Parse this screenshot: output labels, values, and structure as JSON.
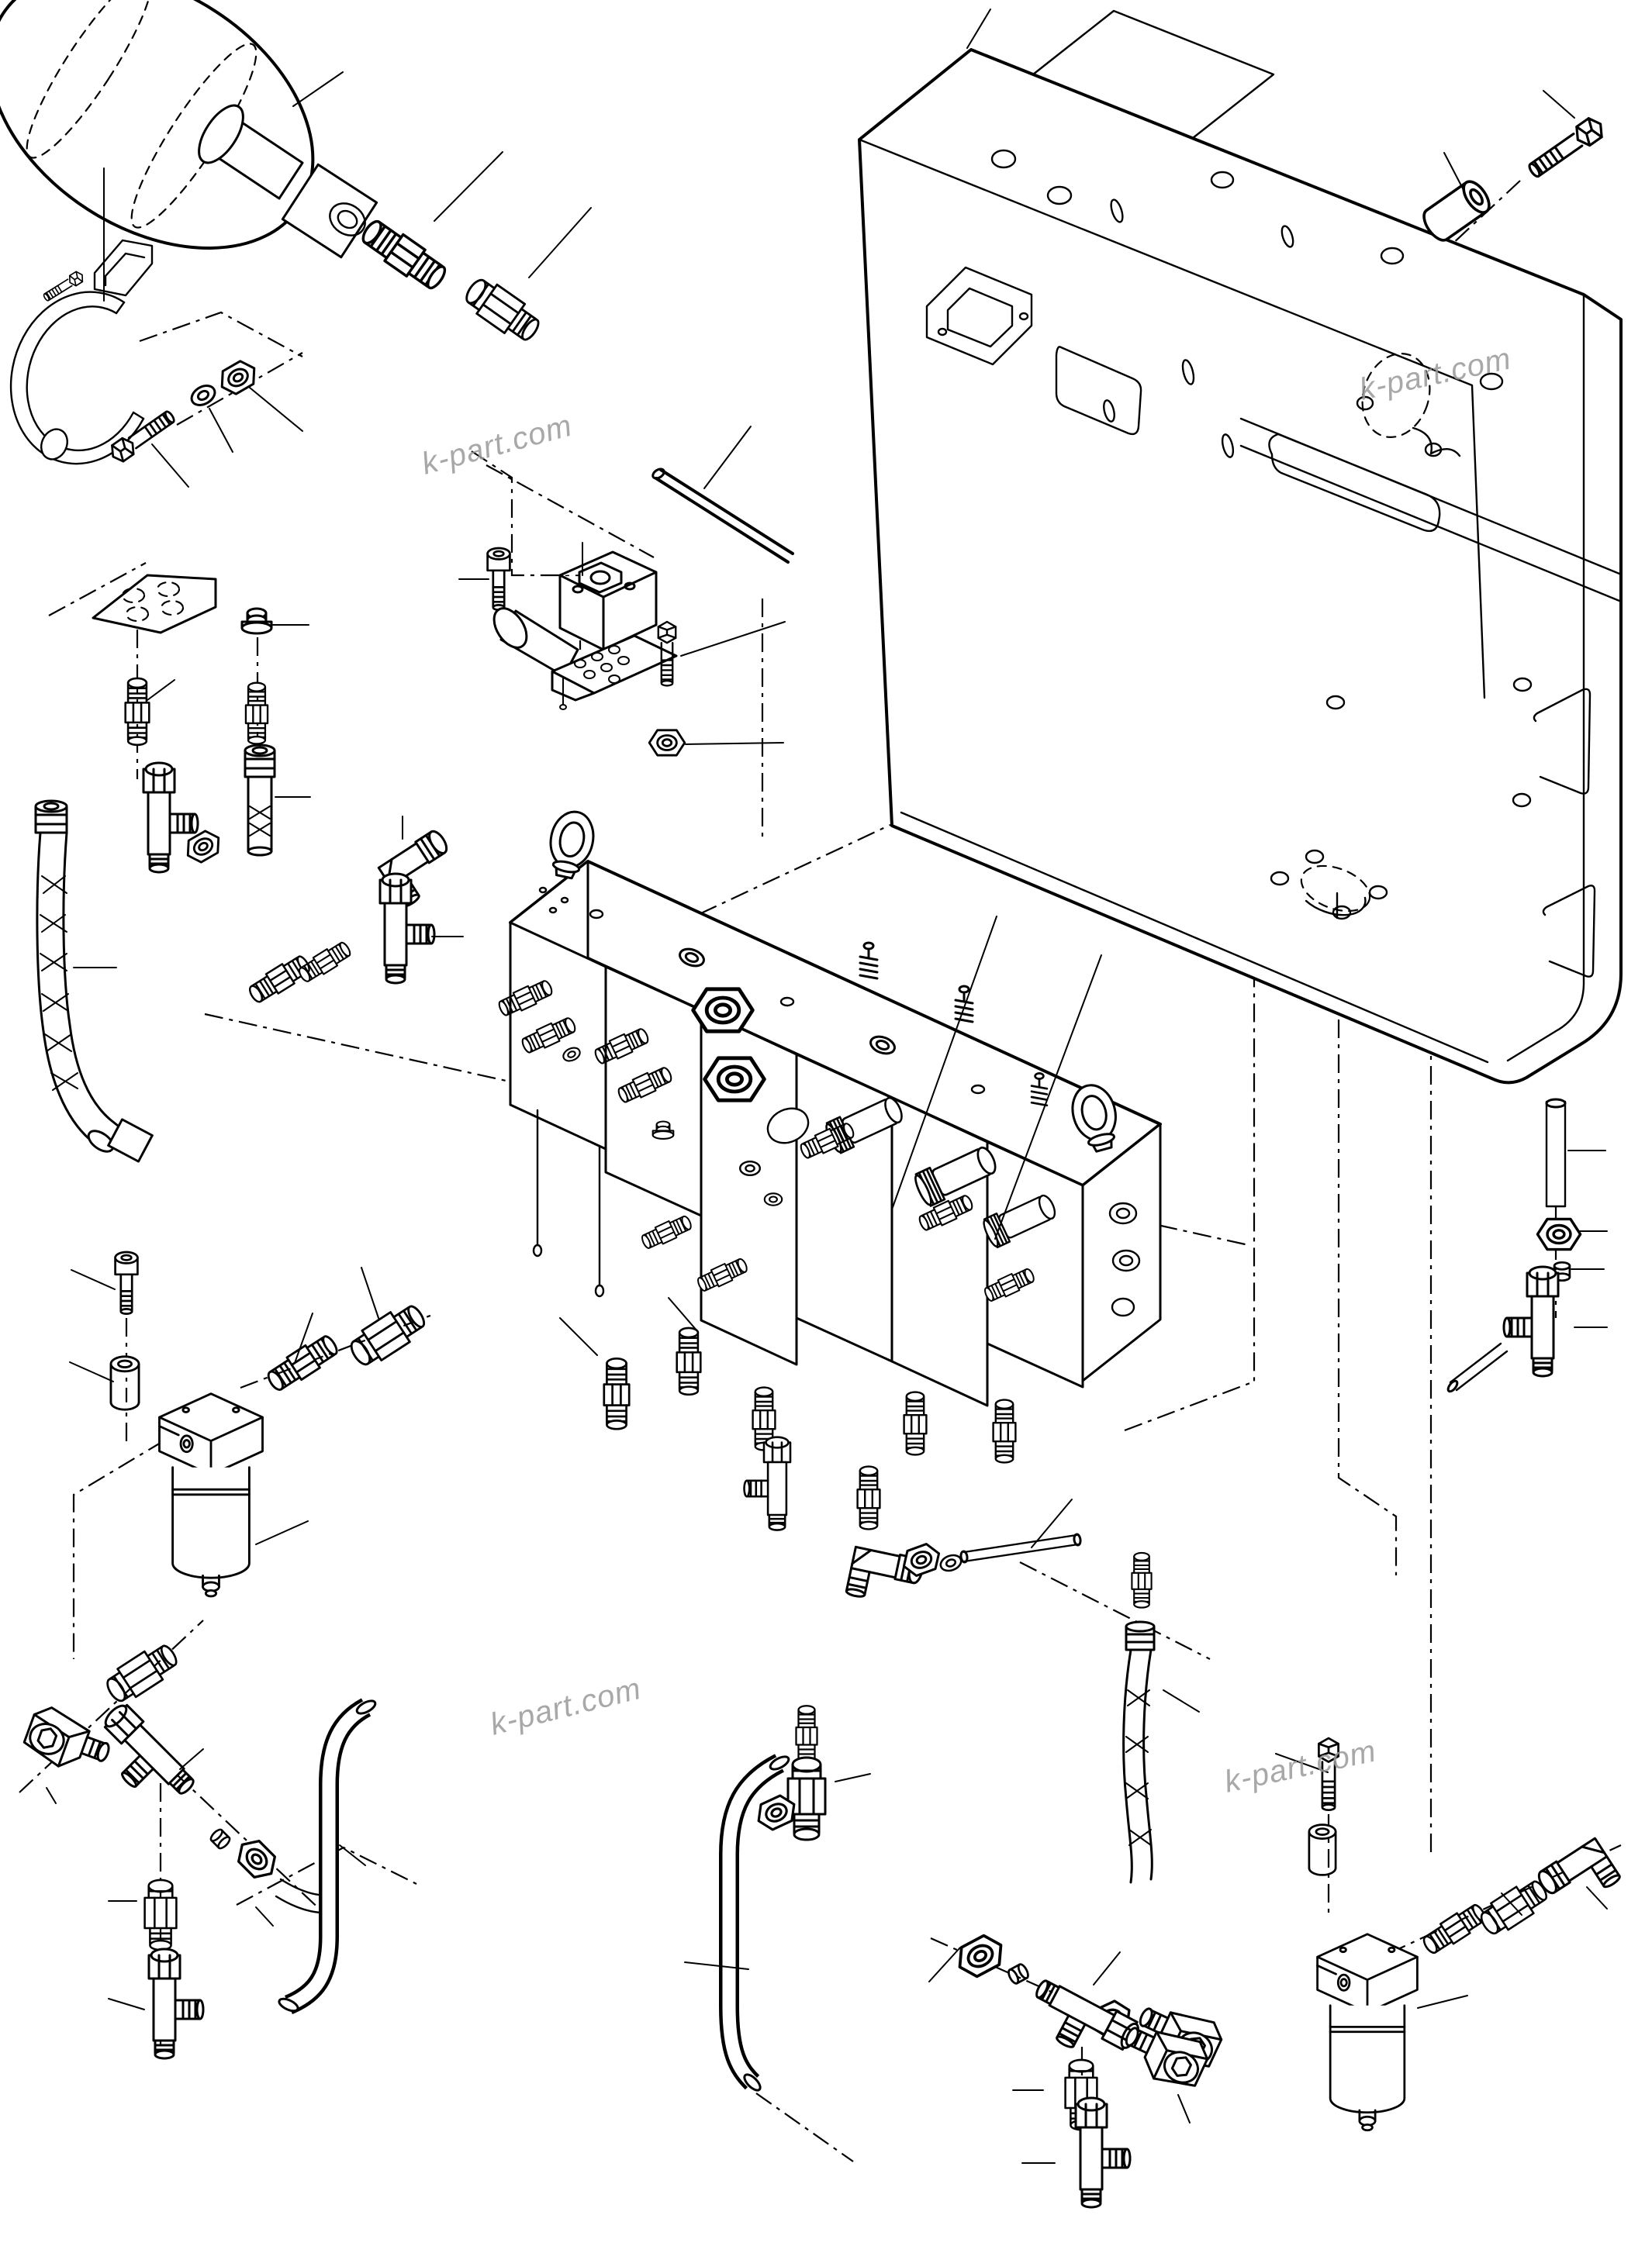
{
  "page": {
    "type": "exploded-parts-diagram",
    "subject": "hydraulic control valve, accumulator, filters, fittings and mounting bracket",
    "background_color": "#ffffff",
    "line_color": "#000000",
    "watermark_color": "#9a9a9a"
  },
  "watermark": {
    "text": "k-part.com"
  },
  "parts": [
    "accumulator",
    "pipe-clamp",
    "clamp-bolt",
    "washer",
    "hex-nut",
    "straight-adapter",
    "reducer-fitting",
    "mounting-bracket",
    "spacer-sleeve",
    "hex-bolt",
    "socket-head-bolt",
    "pilot-valve-block",
    "steel-rod",
    "valve-manifold",
    "lifting-eye-bolt",
    "solenoid-valve",
    "spring-stud",
    "drop-rod",
    "port-plate",
    "plug-cap",
    "tee-fitting",
    "elbow-fitting",
    "swivel-nut",
    "compression-ferrule",
    "braided-hose",
    "bent-pipe",
    "steel-tube",
    "return-filter",
    "check-valve",
    "union-fitting",
    "nipple-fitting"
  ]
}
